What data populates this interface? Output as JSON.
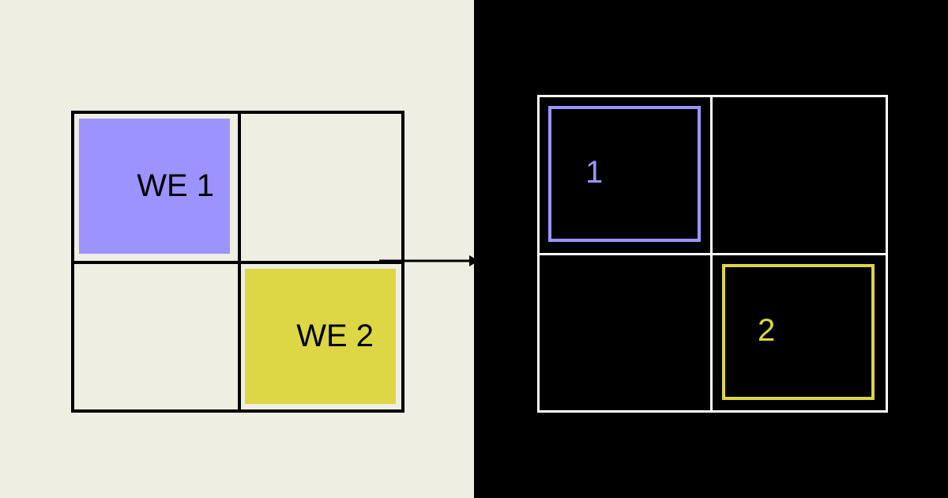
{
  "left_panel": {
    "background": "#eeeee2",
    "blocks": [
      {
        "label": "WE 1",
        "color": "#9b94ff"
      },
      {
        "label": "WE 2",
        "color": "#ddd645"
      }
    ]
  },
  "right_panel": {
    "background": "#000000",
    "regions": [
      {
        "label": "1",
        "color": "#9b94ff"
      },
      {
        "label": "2",
        "color": "#ddd645"
      }
    ]
  },
  "connector": {
    "type": "arrow",
    "direction": "right"
  }
}
